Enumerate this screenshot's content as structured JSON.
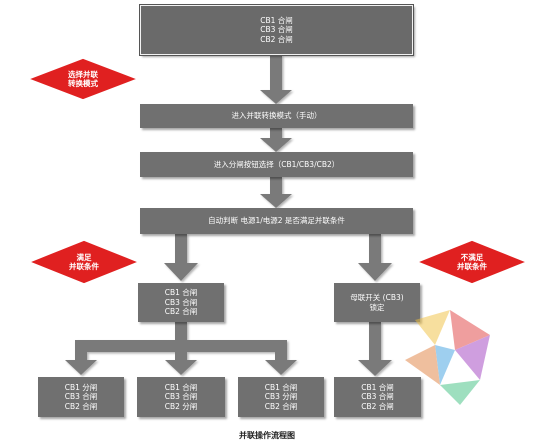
{
  "boxes": {
    "top": [
      "CB1 合闸",
      "CB3 合闸",
      "CB2 合闸"
    ],
    "step1": "进入并联转换模式（手动）",
    "step2": "进入分闸按钮选择（CB1/CB3/CB2）",
    "step3": "自动判断 电源1/电源2 是否满足并联条件",
    "left_mid": [
      "CB1 合闸",
      "CB3 合闸",
      "CB2 合闸"
    ],
    "right_mid": [
      "母联开关 (CB3)",
      "锁定"
    ],
    "bottom1": [
      "CB1 分闸",
      "CB3 合闸",
      "CB2 合闸"
    ],
    "bottom2": [
      "CB1 合闸",
      "CB3 合闸",
      "CB2 分闸"
    ],
    "bottom3": [
      "CB1 合闸",
      "CB3 分闸",
      "CB2 合闸"
    ],
    "bottom4": [
      "CB1 合闸",
      "CB3 合闸",
      "CB2 合闸"
    ]
  },
  "diamonds": {
    "select": [
      "选择并联",
      "转换模式"
    ],
    "satisfied": [
      "满足",
      "并联条件"
    ],
    "not_satisfied": [
      "不满足",
      "并联条件"
    ]
  },
  "caption": "并联操作流程图",
  "colors": {
    "box": "#707070",
    "diamond": "#e02020",
    "arrow": "#7a7a7a"
  }
}
